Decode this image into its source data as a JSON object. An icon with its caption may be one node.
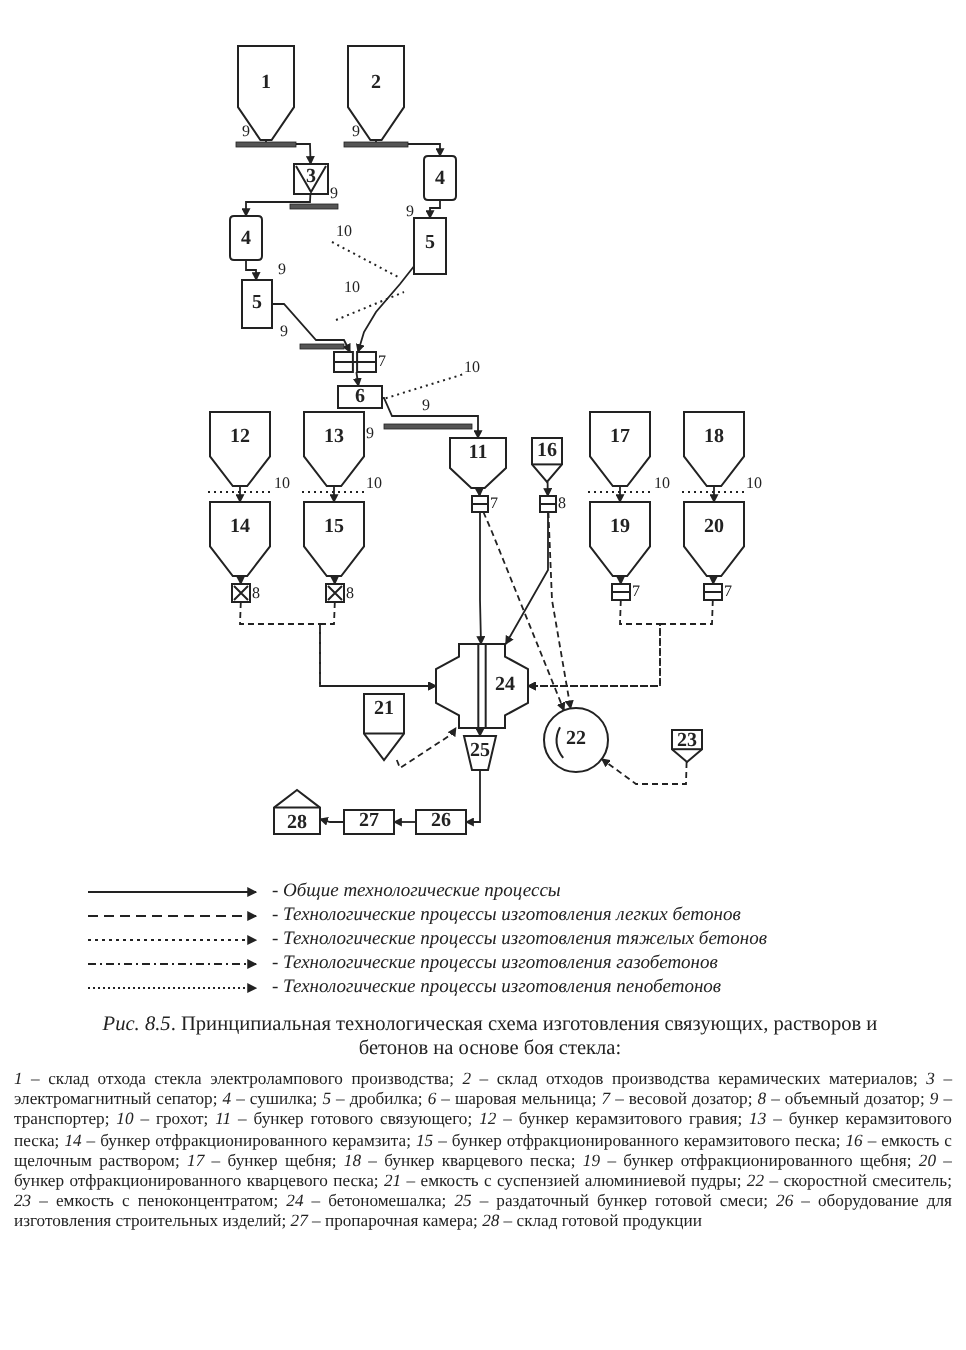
{
  "diagram": {
    "caption": "*Рис. 8.5*. Принципиальная технологическая схема изготовления связующих, растворов и бетонов на основе боя стекла:",
    "nodes": [
      {
        "text": [
          "1"
        ]
      },
      {
        "text": [
          "2"
        ]
      },
      {
        "text": [
          "3"
        ]
      },
      {
        "text": [
          "4"
        ]
      },
      {
        "text": [
          "4"
        ]
      },
      {
        "text": [
          "5"
        ]
      },
      {
        "text": [
          "5"
        ]
      },
      {
        "text": [],
        "shape": "box",
        "beside": [
          "7"
        ]
      },
      {
        "text": [
          "6"
        ]
      },
      {
        "text": [
          "12"
        ]
      },
      {
        "text": [
          "13"
        ]
      },
      {
        "text": [
          "11"
        ]
      },
      {
        "text": [
          "16"
        ]
      },
      {
        "text": [
          "17"
        ]
      },
      {
        "text": [
          "18"
        ]
      },
      {
        "text": [],
        "shape": "box",
        "beside": [
          "7"
        ]
      },
      {
        "text": [],
        "shape": "box",
        "beside": [
          "8"
        ]
      },
      {
        "text": [
          "14"
        ]
      },
      {
        "text": [
          "15"
        ]
      },
      {
        "text": [
          "19"
        ]
      },
      {
        "text": [
          "20"
        ]
      },
      {
        "text": [],
        "shape": "box",
        "beside": [
          "8"
        ]
      },
      {
        "text": [],
        "shape": "box",
        "beside": [
          "8"
        ]
      },
      {
        "text": [],
        "shape": "box",
        "beside": [
          "7"
        ]
      },
      {
        "text": [],
        "shape": "box",
        "beside": [
          "7"
        ]
      },
      {
        "text": [
          "24"
        ]
      },
      {
        "text": [
          "21"
        ]
      },
      {
        "text": [
          "22"
        ]
      },
      {
        "text": [
          "23"
        ]
      },
      {
        "text": [
          "25"
        ]
      },
      {
        "text": [
          "28"
        ]
      },
      {
        "text": [
          "27"
        ]
      },
      {
        "text": [
          "26"
        ]
      }
    ],
    "edges": [
      {
        "from": 0,
        "to": 2,
        "arrow": "to"
      },
      {
        "from": 2,
        "to": 3,
        "arrow": "to"
      },
      {
        "from": 3,
        "to": 6,
        "arrow": "to"
      },
      {
        "from": 1,
        "to": 4,
        "arrow": "to"
      },
      {
        "from": 4,
        "to": 5,
        "arrow": "to"
      },
      {
        "from": 6,
        "to": 7,
        "arrow": "to"
      },
      {
        "from": 5,
        "to": 7,
        "arrow": "to"
      },
      {
        "from": 7,
        "to": 8,
        "arrow": "to"
      },
      {
        "from": 8,
        "to": 11,
        "arrow": "to"
      },
      {
        "from": 9,
        "to": 17,
        "arrow": "to"
      },
      {
        "from": 10,
        "to": 18,
        "arrow": "to"
      },
      {
        "from": 13,
        "to": 19,
        "arrow": "to"
      },
      {
        "from": 14,
        "to": 20,
        "arrow": "to"
      },
      {
        "from": 11,
        "to": 15,
        "arrow": "to"
      },
      {
        "from": 12,
        "to": 16,
        "arrow": "to"
      },
      {
        "from": 17,
        "to": 21,
        "arrow": "to"
      },
      {
        "from": 18,
        "to": 22,
        "arrow": "to"
      },
      {
        "from": 19,
        "to": 23,
        "arrow": "to"
      },
      {
        "from": 20,
        "to": 24,
        "arrow": "to"
      },
      {
        "from": 15,
        "to": 25,
        "arrow": "to"
      },
      {
        "from": 16,
        "to": 25,
        "arrow": "to"
      },
      {
        "from": 21,
        "to": 25,
        "arrow": "to",
        "style": "dashed"
      },
      {
        "from": 22,
        "to": 25,
        "arrow": "to",
        "style": "dashed"
      },
      {
        "from": 23,
        "to": 25,
        "arrow": "to",
        "style": "dashed"
      },
      {
        "from": 24,
        "to": 25,
        "arrow": "to",
        "style": "dashed"
      },
      {
        "from": 15,
        "to": 27,
        "arrow": "to",
        "style": "dashed"
      },
      {
        "from": 16,
        "to": 27,
        "arrow": "to",
        "style": "dashed"
      },
      {
        "from": 26,
        "to": 25,
        "arrow": "to",
        "style": "dashed"
      },
      {
        "from": 28,
        "to": 27,
        "arrow": "to",
        "style": "dashed"
      },
      {
        "from": 25,
        "to": 29,
        "arrow": "to"
      },
      {
        "from": 29,
        "to": 32,
        "arrow": "to"
      },
      {
        "from": 32,
        "to": 31,
        "arrow": "to"
      },
      {
        "from": 31,
        "to": 30,
        "arrow": "to"
      }
    ],
    "labels": [
      "9",
      "9",
      "9",
      "9",
      "10",
      "9",
      "10",
      "9",
      "10",
      "9",
      "9",
      "10",
      "10",
      "10",
      "10",
      "*1* – склад отхода стекла электролампового производства; *2* – склад отходов производства керамических материалов; *3* – электромагнитный сепатор; *4* – сушилка; *5* – дробилка; *6* – шаровая мельница; *7* – весовой дозатор; *8* – объемный дозатор; *9* – транспортер; *10* – грохот; *11* – бункер готового связующего; *12* – бункер керамзитового гравия; *13* – бункер керамзитового песка; *14* – бункер отфракционированного керамзита; *15* – бункер отфракционированного керамзитового песка; *16* – емкость с щелочным раствором; *17* – бункер щебня; *18* – бункер кварцевого песка; *19* – бункер отфракционированного щебня; *20* – бункер отфракционированного кварцевого песка; *21* – емкость с суспензией алюминиевой пудры; *22* – скоростной смеситель; *23* – емкость с пеноконцентратом; *24* – бетономешалка; *25* – раздаточный бункер готовой смеси; *26* – оборудование для изготовления строительных изделий; *27* – пропарочная камера; *28* – склад готовой продукции"
    ],
    "legend": [
      {
        "text": "- Общие технологические процессы"
      },
      {
        "text": "- Технологические процессы изготовления легких бетонов"
      },
      {
        "text": "- Технологические процессы изготовления тяжелых бетонов"
      },
      {
        "text": "- Технологические процессы изготовления газобетонов"
      },
      {
        "text": "- Технологические процессы изготовления пенобетонов"
      }
    ]
  }
}
